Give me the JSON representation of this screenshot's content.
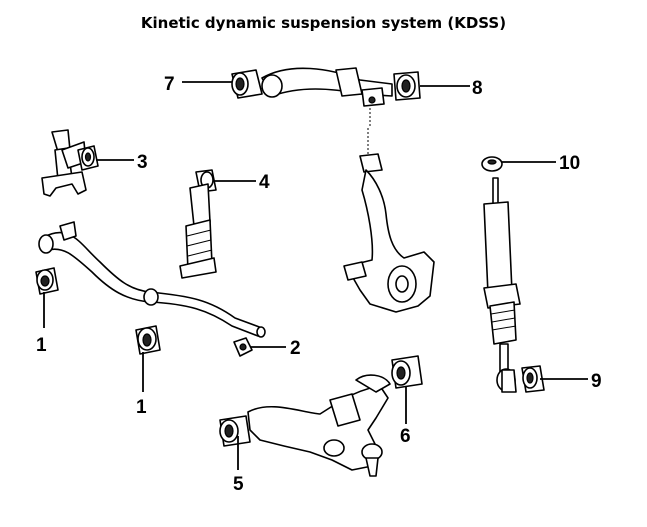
{
  "title": "Kinetic dynamic suspension system (KDSS)",
  "callouts": {
    "c1a": "1",
    "c1b": "1",
    "c2": "2",
    "c3": "3",
    "c4": "4",
    "c5": "5",
    "c6": "6",
    "c7": "7",
    "c8": "8",
    "c9": "9",
    "c10": "10"
  }
}
